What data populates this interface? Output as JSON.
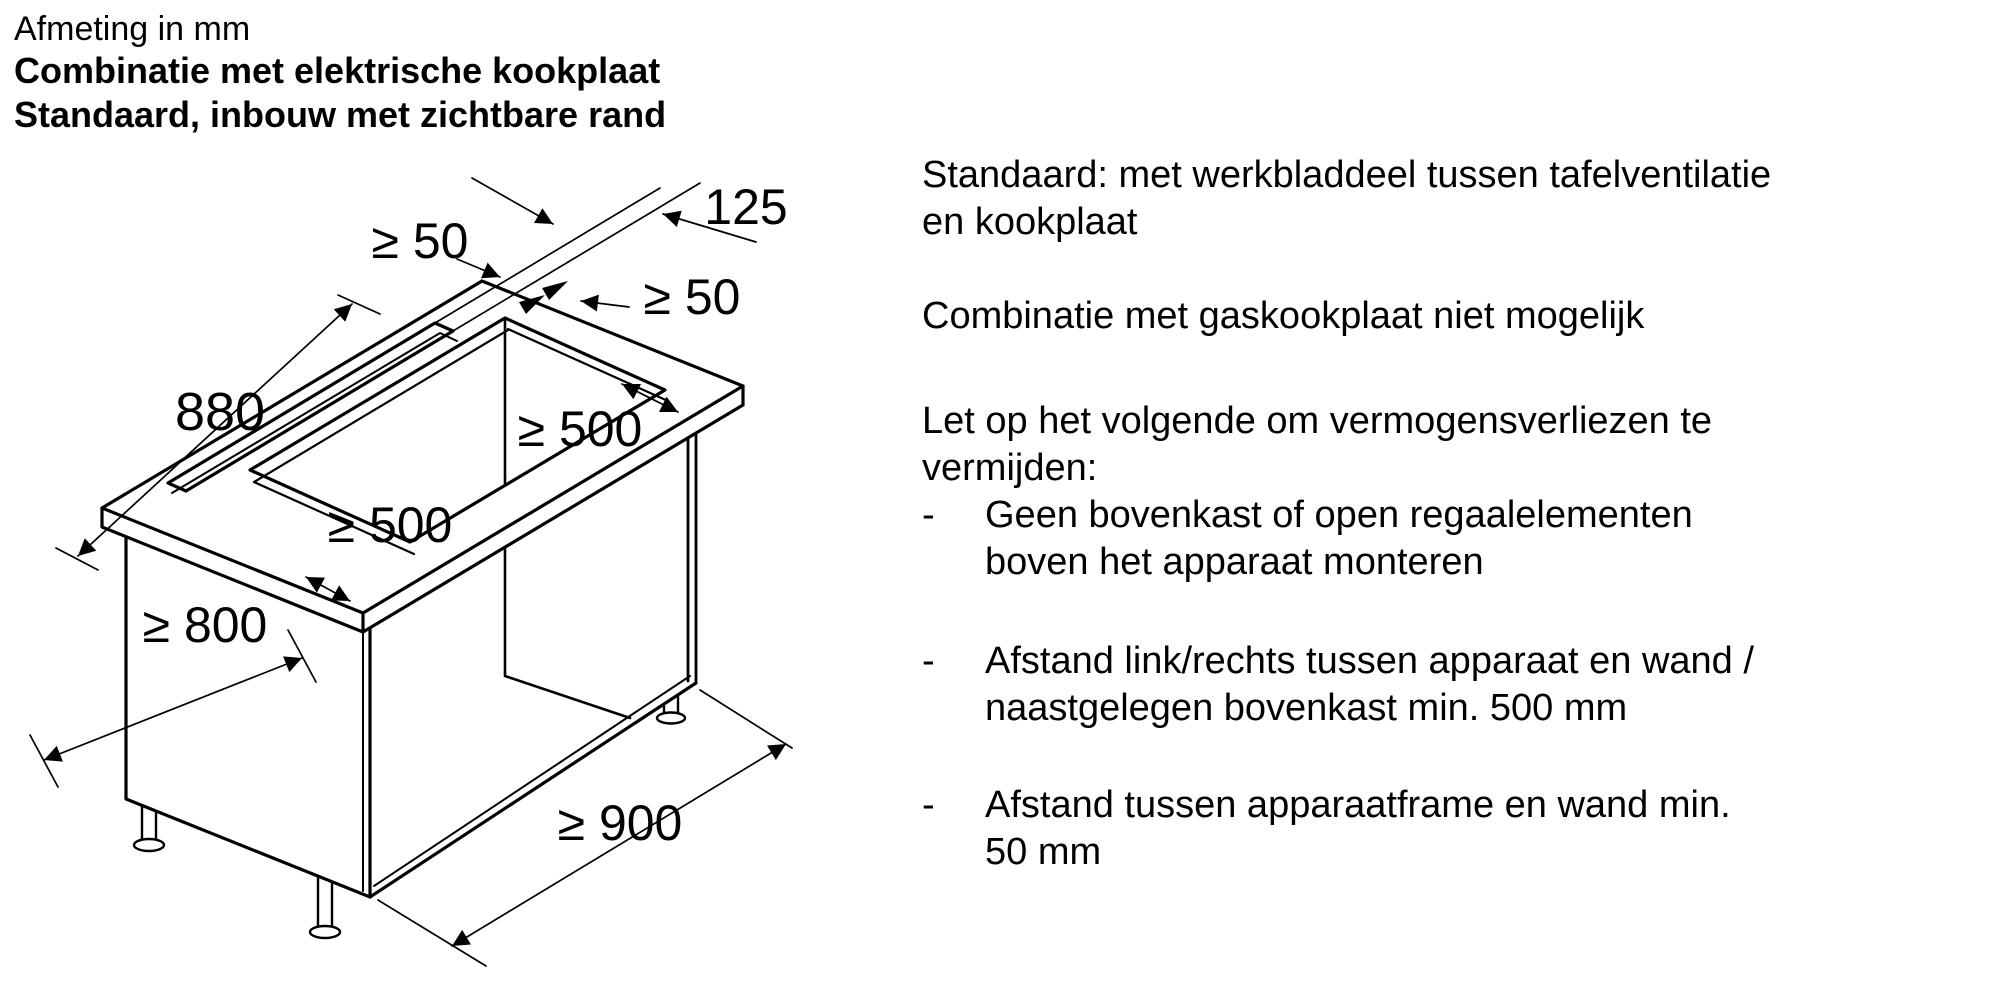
{
  "header": {
    "line1": "Afmeting in mm",
    "line2": "Combinatie met elektrische kookplaat",
    "line3": "Standaard, inbouw met zichtbare rand"
  },
  "diagram": {
    "dims": {
      "top50": "≥ 50",
      "slot125": "125",
      "right50": "≥ 50",
      "upper500": "≥ 500",
      "lower500": "≥ 500",
      "length880": "880",
      "width800": "≥ 800",
      "depth900": "≥ 900"
    }
  },
  "notes": {
    "para1_line1": "Standaard: met werkbladdeel tussen tafelventilatie",
    "para1_line2": "en kookplaat",
    "para2": "Combinatie met gaskookplaat niet mogelijk",
    "para3_line1": "Let op het volgende om vermogensverliezen te",
    "para3_line2": "vermijden:",
    "dash": "-",
    "b1_line1": "Geen bovenkast of open regaalelementen",
    "b1_line2": "boven het apparaat monteren",
    "b2_line1": "Afstand link/rechts tussen apparaat en wand /",
    "b2_line2": "naastgelegen bovenkast min. 500 mm",
    "b3_line1": "Afstand tussen apparaatframe en wand min.",
    "b3_line2": "50 mm"
  }
}
